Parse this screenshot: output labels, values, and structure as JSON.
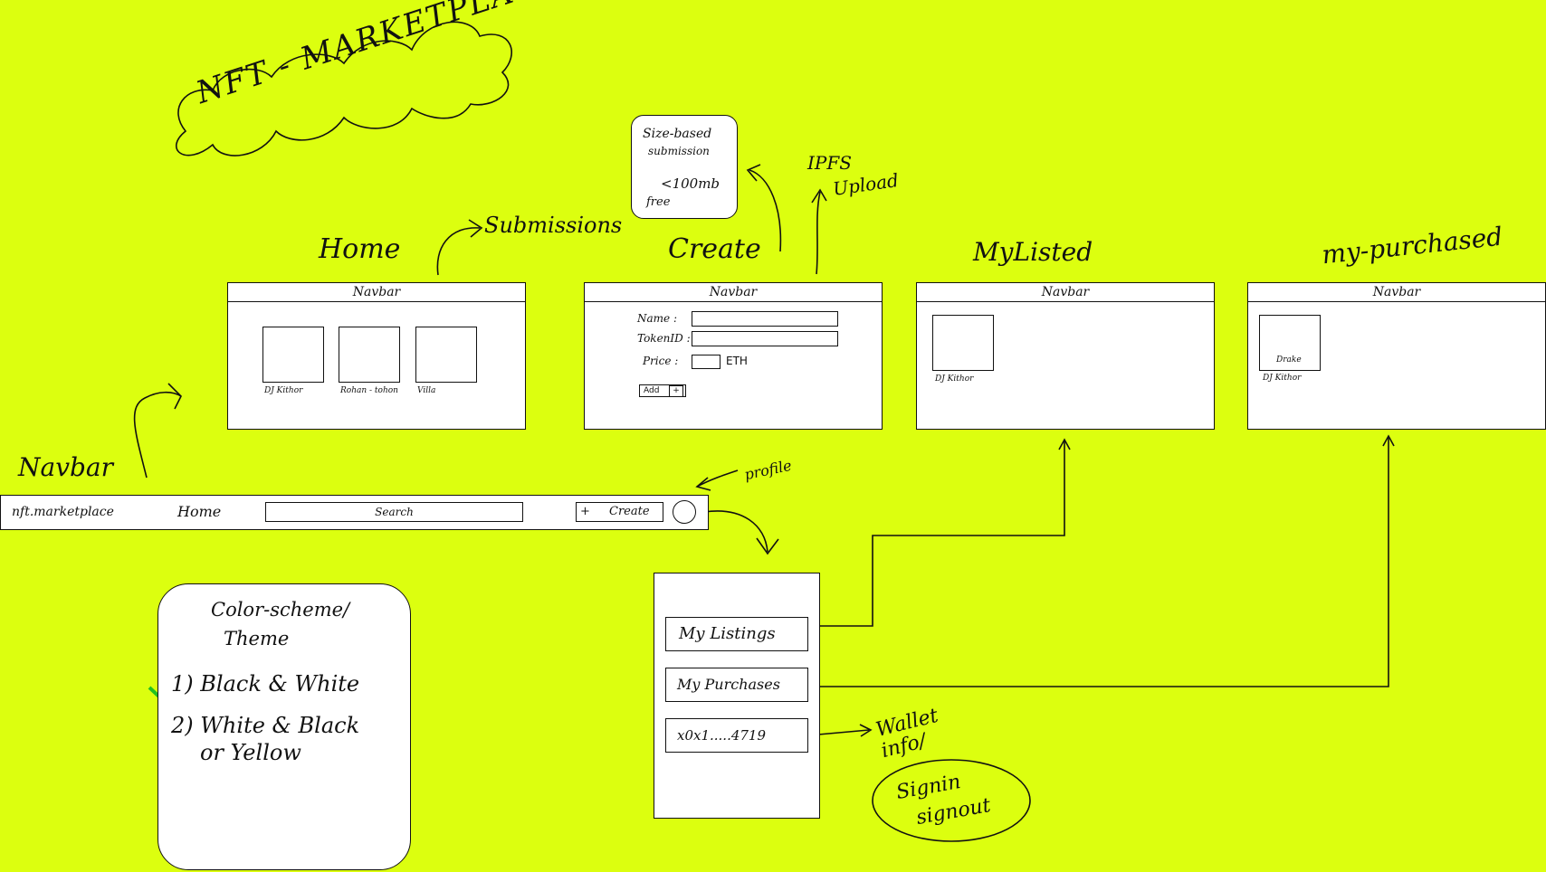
{
  "title": "NFT - MARKETPLACE",
  "size_note": {
    "line1": "Size-based",
    "line2": "submission",
    "line3": "<100mb",
    "line4": "free"
  },
  "labels": {
    "home": "Home",
    "submissions": "Submissions",
    "create": "Create",
    "ipfs": "IPFS",
    "upload": "Upload",
    "mylisted": "MyListed",
    "mypurchased": "my-purchased",
    "navbar": "Navbar",
    "profile": "profile",
    "wallet_info": "Wallet info/",
    "signin": "Signin",
    "signout": "signout"
  },
  "frames": {
    "nav_label": "Navbar",
    "home_items": [
      {
        "caption": "DJ Kithor"
      },
      {
        "caption": "Rohan - tohon"
      },
      {
        "caption": "Villa"
      }
    ],
    "create_form": {
      "name_label": "Name :",
      "token_label": "TokenID :",
      "price_label": "Price :",
      "currency": "ETH",
      "add_button": "Add",
      "add_icon": "+"
    },
    "mylisted_caption": "DJ Kithor",
    "purchased_caption": "DJ Kithor",
    "purchased_tag": "Drake"
  },
  "navbar": {
    "brand": "nft.marketplace",
    "home": "Home",
    "search": "Search",
    "create_icon": "+",
    "create": "Create"
  },
  "dropdown": {
    "my_listings": "My Listings",
    "my_purchases": "My Purchases",
    "wallet": "x0x1.....4719"
  },
  "theme_note": {
    "heading1": "Color-scheme/",
    "heading2": "Theme",
    "option1": "1) Black & White",
    "option2": "2) White & Black",
    "option2b": "or Yellow"
  },
  "colors": {
    "background": "#dcff0f",
    "check": "#22c022"
  }
}
